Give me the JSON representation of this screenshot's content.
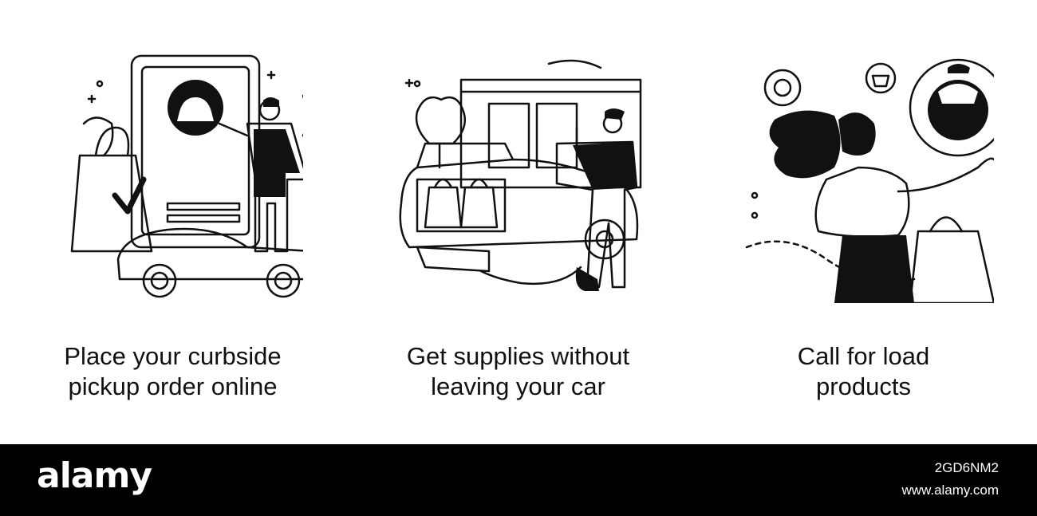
{
  "panels": [
    {
      "caption_line1": "Place your curbside",
      "caption_line2": "pickup order online",
      "icon": "curbside-order-online"
    },
    {
      "caption_line1": "Get supplies without",
      "caption_line2": "leaving your car",
      "icon": "car-trunk-supplies"
    },
    {
      "caption_line1": "Call for load",
      "caption_line2": "products",
      "icon": "call-operator"
    }
  ],
  "footer": {
    "brand": "alamy",
    "image_id": "2GD6NM2",
    "site_url": "www.alamy.com"
  },
  "colors": {
    "ink": "#111111",
    "footer_bg": "#000000",
    "footer_text": "#ffffff"
  }
}
